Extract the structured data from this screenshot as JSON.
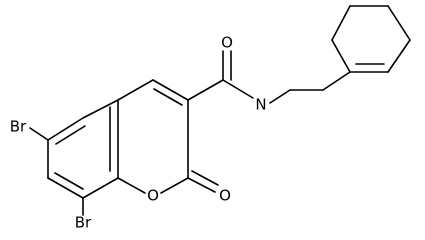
{
  "molecule": {
    "atoms": {
      "br6": "Br",
      "br8": "Br",
      "o_ring": "O",
      "o_lactone": "O",
      "o_amide": "O",
      "n_amide": "N"
    }
  }
}
